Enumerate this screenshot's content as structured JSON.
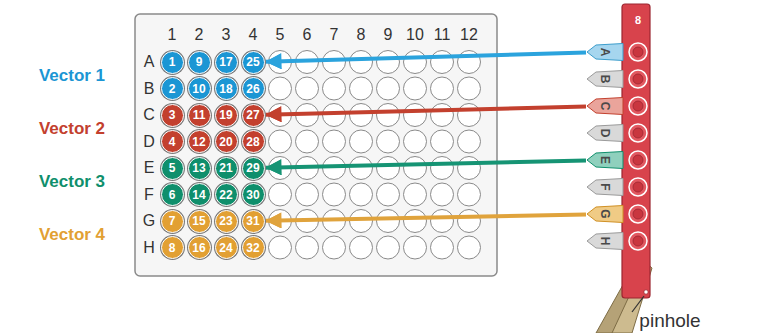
{
  "diagram": {
    "nodes": [
      {
        "text": [
          "1"
        ]
      },
      {
        "text": [
          "9"
        ]
      },
      {
        "text": [
          "17"
        ]
      },
      {
        "text": [
          "25"
        ]
      },
      {
        "text": [
          "2"
        ]
      },
      {
        "text": [
          "10"
        ]
      },
      {
        "text": [
          "18"
        ]
      },
      {
        "text": [
          "26"
        ]
      },
      {
        "text": [
          "3"
        ]
      },
      {
        "text": [
          "11"
        ]
      },
      {
        "text": [
          "19"
        ]
      },
      {
        "text": [
          "27"
        ]
      },
      {
        "text": [
          "4"
        ]
      },
      {
        "text": [
          "12"
        ]
      },
      {
        "text": [
          "20"
        ]
      },
      {
        "text": [
          "28"
        ]
      },
      {
        "text": [
          "5"
        ]
      },
      {
        "text": [
          "13"
        ]
      },
      {
        "text": [
          "21"
        ]
      },
      {
        "text": [
          "29"
        ]
      },
      {
        "text": [
          "6"
        ]
      },
      {
        "text": [
          "14"
        ]
      },
      {
        "text": [
          "22"
        ]
      },
      {
        "text": [
          "30"
        ]
      },
      {
        "text": [
          "7"
        ]
      },
      {
        "text": [
          "15"
        ]
      },
      {
        "text": [
          "23"
        ]
      },
      {
        "text": [
          "31"
        ]
      },
      {
        "text": [
          "8"
        ]
      },
      {
        "text": [
          "16"
        ]
      },
      {
        "text": [
          "24"
        ]
      },
      {
        "text": [
          "32"
        ]
      },
      {
        "text": [
          "A"
        ]
      },
      {
        "text": [
          "B"
        ]
      },
      {
        "text": [
          "C"
        ]
      },
      {
        "text": [
          "D"
        ]
      },
      {
        "text": [
          "E"
        ]
      },
      {
        "text": [
          "F"
        ]
      },
      {
        "text": [
          "G"
        ]
      },
      {
        "text": [
          "H"
        ]
      }
    ],
    "edges": [
      {
        "from": 32,
        "to": 3,
        "arrow": "to"
      },
      {
        "from": 34,
        "to": 11,
        "arrow": "to"
      },
      {
        "from": 36,
        "to": 19,
        "arrow": "to"
      },
      {
        "from": 38,
        "to": 27,
        "arrow": "to"
      }
    ],
    "labels": [
      "1",
      "2",
      "3",
      "4",
      "5",
      "6",
      "7",
      "8",
      "9",
      "10",
      "11",
      "12",
      "A",
      "B",
      "C",
      "D",
      "E",
      "F",
      "G",
      "H",
      "Vector 1",
      "Vector 2",
      "Vector 3",
      "Vector 4",
      "8",
      "pinhole"
    ]
  }
}
